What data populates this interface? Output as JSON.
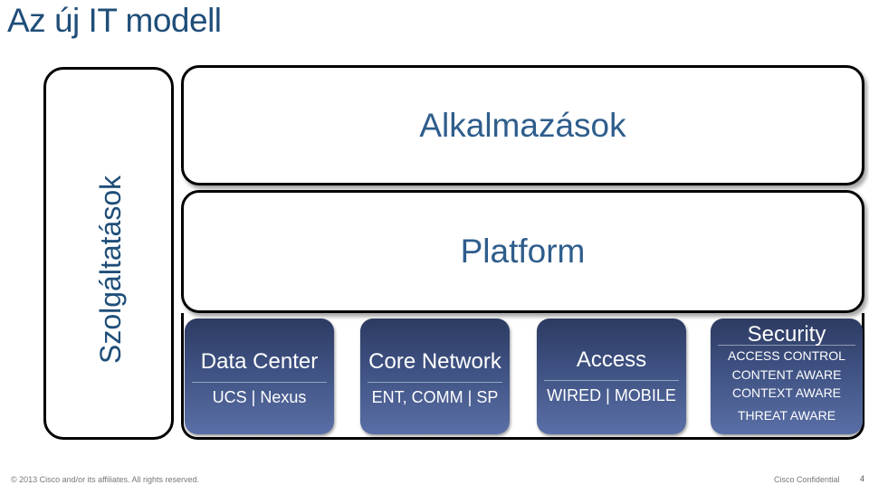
{
  "title": "Az új IT modell",
  "services_label": "Szolgáltatások",
  "layers": {
    "applications": "Alkalmazások",
    "platform": "Platform"
  },
  "blocks": [
    {
      "name": "Data Center",
      "sub": "UCS | Nexus"
    },
    {
      "name": "Core Network",
      "sub": "ENT, COMM | SP"
    },
    {
      "name": "Access",
      "sub": "WIRED | MOBILE"
    },
    {
      "name": "Security",
      "lines": [
        "ACCESS CONTROL",
        "CONTENT AWARE",
        "CONTEXT AWARE",
        "THREAT AWARE"
      ]
    }
  ],
  "footer": {
    "copyright": "© 2013 Cisco and/or its affiliates. All rights reserved.",
    "confidential": "Cisco Confidential",
    "page": "4"
  },
  "colors": {
    "title": "#1f4e79",
    "block_top": "#2d3b62",
    "block_bottom": "#5a6fa6"
  }
}
